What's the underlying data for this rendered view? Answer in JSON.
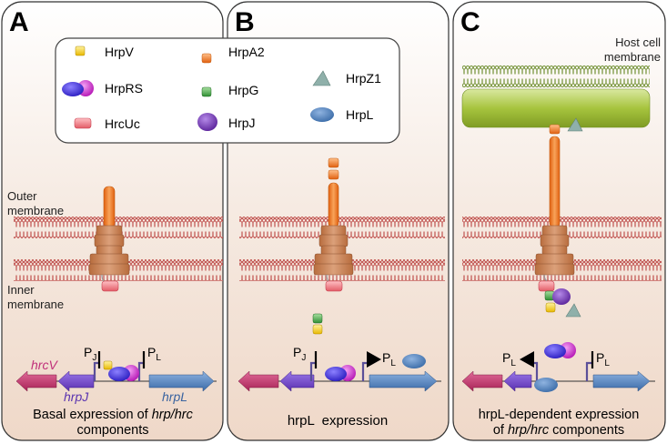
{
  "panels": {
    "a": {
      "letter": "A",
      "outer_membrane_label_line1": "Outer",
      "outer_membrane_label_line2": "membrane",
      "inner_membrane_label_line1": "Inner",
      "inner_membrane_label_line2": "membrane",
      "promoter_j": "P",
      "promoter_j_sub": "J",
      "promoter_l": "P",
      "promoter_l_sub": "L",
      "gene_hrcv": "hrcV",
      "gene_hrpj": "hrpJ",
      "gene_hrpl": "hrpL",
      "caption_line1_prefix": "Basal expression of ",
      "caption_line1_italic": "hrp/hrc",
      "caption_line2": "components"
    },
    "b": {
      "letter": "B",
      "promoter_j": "P",
      "promoter_j_sub": "J",
      "promoter_l": "P",
      "promoter_l_sub": "L",
      "caption": "hrpL  expression"
    },
    "c": {
      "letter": "C",
      "host_label_line1": "Host cell",
      "host_label_line2": "membrane",
      "promoter_l_left": "P",
      "promoter_l_left_sub": "L",
      "promoter_l_right": "P",
      "promoter_l_right_sub": "L",
      "caption_line1": "hrpL-dependent expression",
      "caption_line2_prefix": "of ",
      "caption_line2_italic": "hrp/hrc",
      "caption_line2_suffix": " components"
    }
  },
  "legend": {
    "hrpv": "HrpV",
    "hrprs": "HrpRS",
    "hrcuc": "HrcUc",
    "hrpa2": "HrpA2",
    "hrpg": "HrpG",
    "hrpj": "HrpJ",
    "hrpz1": "HrpZ1",
    "hrpl": "HrpL"
  },
  "colors": {
    "panel_fill_top": "#ffffff",
    "panel_fill_bottom": "#f1ddd0",
    "membrane_red": "#c0504d",
    "host_membrane_green": "#77933c",
    "host_cell_green": "#a4c13c",
    "hrpa2_orange": "#f07f2a",
    "secretion_brown": "#c8875a",
    "hrpv_yellow": "#f2cd32",
    "hrprs_blue": "#4b3be0",
    "hrprs_magenta": "#d630d6",
    "hrcuc_pink": "#f07c86",
    "hrpg_green": "#4caf50",
    "hrpj_purple": "#7a3fb5",
    "hrpz1_gray": "#7fa6a0",
    "hrpl_blue": "#4f81bd",
    "gene_hrcv": "#c8346f",
    "gene_hrpj": "#6b3fc0",
    "gene_hrpl": "#4f81bd"
  }
}
